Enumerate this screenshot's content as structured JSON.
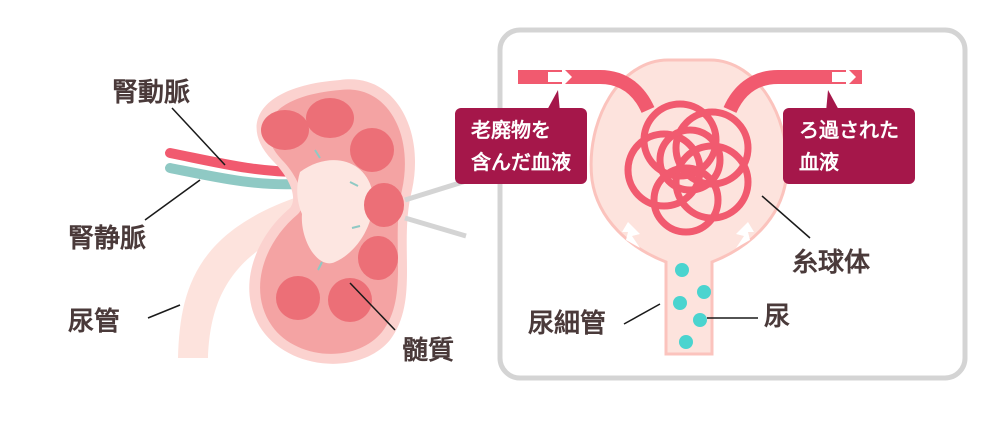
{
  "labels": {
    "renal_artery": "腎動脈",
    "renal_vein": "腎静脈",
    "ureter": "尿管",
    "medulla": "髄質",
    "glomerulus": "糸球体",
    "renal_tubule": "尿細管",
    "urine": "尿"
  },
  "callouts": {
    "in_line1": "老廃物を",
    "in_line2": "含んだ血液",
    "out_line1": "ろ過された",
    "out_line2": "血液"
  },
  "colors": {
    "artery": "#f15a6f",
    "vein": "#8fc9c4",
    "kidney_outer": "#fbd2cf",
    "kidney_cortex": "#f4a3a3",
    "pyramid": "#ec6f77",
    "pelvis": "#fde6e1",
    "ureter": "#fde3dd",
    "callout_bg": "#a5174a",
    "urine_dot": "#4ad4cf",
    "panel_border": "#d4d4d4",
    "label_text": "#4a3a3a"
  }
}
